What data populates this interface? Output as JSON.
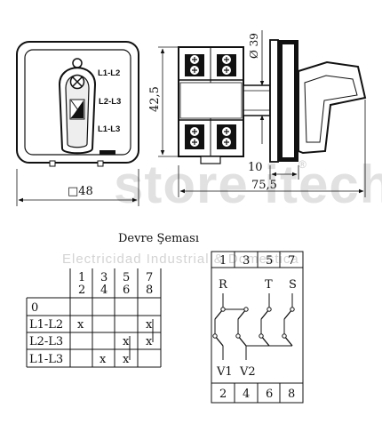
{
  "front_view": {
    "labels": [
      "L1-L2",
      "L2-L3",
      "L1-L3"
    ],
    "width_label": "□48"
  },
  "side_view": {
    "dim_height": "42,5",
    "dim_diameter": "Ø 39",
    "dim_depth_small": "10",
    "dim_depth_total": "75,5"
  },
  "watermark": {
    "brand": "store itech",
    "tagline": "Electricidad Industrial & Domestica",
    "registered": "®"
  },
  "scheme_title": "Devre Şeması",
  "switch_table": {
    "header_pairs": [
      [
        "1",
        "2"
      ],
      [
        "3",
        "4"
      ],
      [
        "5",
        "6"
      ],
      [
        "7",
        "8"
      ]
    ],
    "rows": [
      {
        "label": "0",
        "cells": [
          "",
          "",
          "",
          ""
        ]
      },
      {
        "label": "L1-L2",
        "cells": [
          "x",
          "",
          "",
          "x"
        ]
      },
      {
        "label": "L2-L3",
        "cells": [
          "",
          "",
          "x",
          "x"
        ]
      },
      {
        "label": "L1-L3",
        "cells": [
          "",
          "x",
          "x",
          ""
        ]
      }
    ]
  },
  "circuit": {
    "top_terminals": [
      "1",
      "3",
      "5",
      "7"
    ],
    "bottom_terminals": [
      "2",
      "4",
      "6",
      "8"
    ],
    "phase_labels": [
      "R",
      "T",
      "S"
    ],
    "output_labels": [
      "V1",
      "V2"
    ]
  }
}
